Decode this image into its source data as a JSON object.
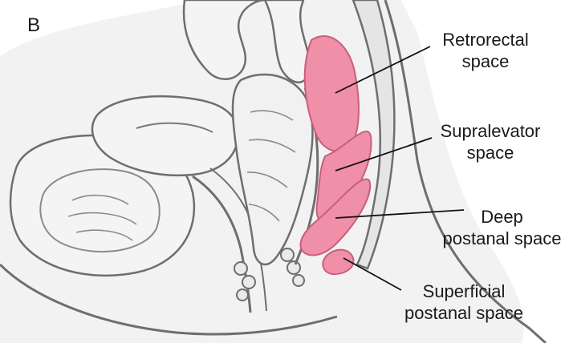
{
  "figure": {
    "panel_letter": "B",
    "labels": {
      "retrorectal": [
        "Retrorectal",
        "space"
      ],
      "supralevator": [
        "Supralevator",
        "space"
      ],
      "deep_postanal": [
        "Deep",
        "postanal space"
      ],
      "superficial_postanal": [
        "Superficial",
        "postanal space"
      ]
    }
  },
  "colors": {
    "tissue_fill": "#e9e9e9",
    "organ_fill": "#f4f4f4",
    "outline": "#6e6e6e",
    "space_pink": "#f08fa8",
    "space_pink_stroke": "#c85f7c",
    "leader_line": "#111111"
  }
}
